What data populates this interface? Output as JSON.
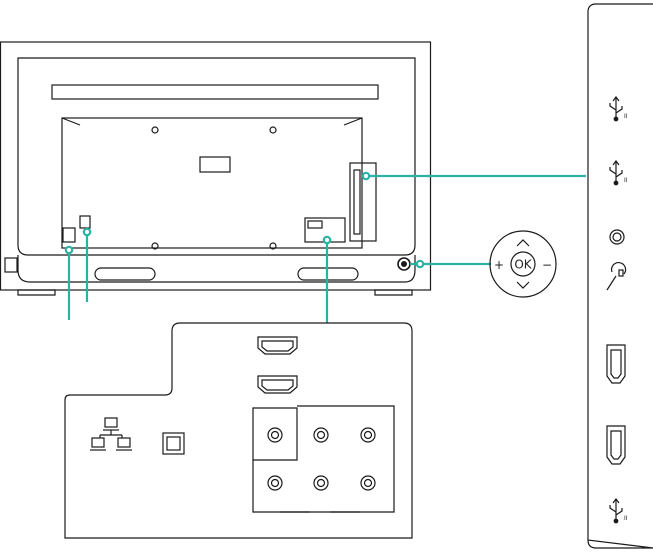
{
  "diagram": {
    "type": "tv-rear-panel-connections",
    "accent_color": "#2ab3a3",
    "line_color": "#1a1a1a",
    "joystick": {
      "center_label": "OK",
      "left_label": "+",
      "right_label": "−"
    },
    "side_panel_ports": [
      {
        "icon": "usb-icon",
        "suffix": "II"
      },
      {
        "icon": "usb-icon",
        "suffix": "II"
      },
      {
        "icon": "audio-jack-icon",
        "suffix": ""
      },
      {
        "icon": "headphone-icon",
        "suffix": ""
      },
      {
        "icon": "hdmi-icon",
        "suffix": ""
      },
      {
        "icon": "hdmi-icon",
        "suffix": ""
      },
      {
        "icon": "usb-icon",
        "suffix": "II"
      }
    ],
    "bottom_panel_ports": [
      "hdmi-icon",
      "hdmi-icon",
      "lan-icon",
      "optical-icon",
      "av-jack-icon",
      "av-jack-icon",
      "av-jack-icon",
      "av-jack-icon",
      "av-jack-icon",
      "av-jack-icon"
    ]
  }
}
